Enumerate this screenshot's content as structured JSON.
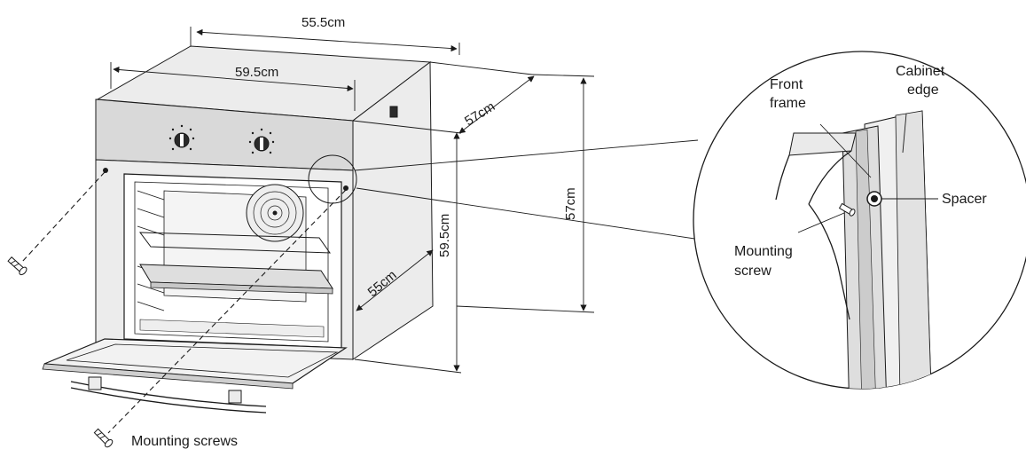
{
  "dimensions": {
    "top_depth": "55.5cm",
    "front_width": "59.5cm",
    "side_depth": "57cm",
    "height_outer": "57cm",
    "height_front": "59.5cm",
    "bottom_depth": "55cm"
  },
  "callouts": {
    "front_frame": [
      "Front",
      "frame"
    ],
    "cabinet_edge": [
      "Cabinet",
      "edge"
    ],
    "spacer": "Spacer",
    "mounting_screw": [
      "Mounting",
      "screw"
    ],
    "mounting_screws": "Mounting screws"
  }
}
